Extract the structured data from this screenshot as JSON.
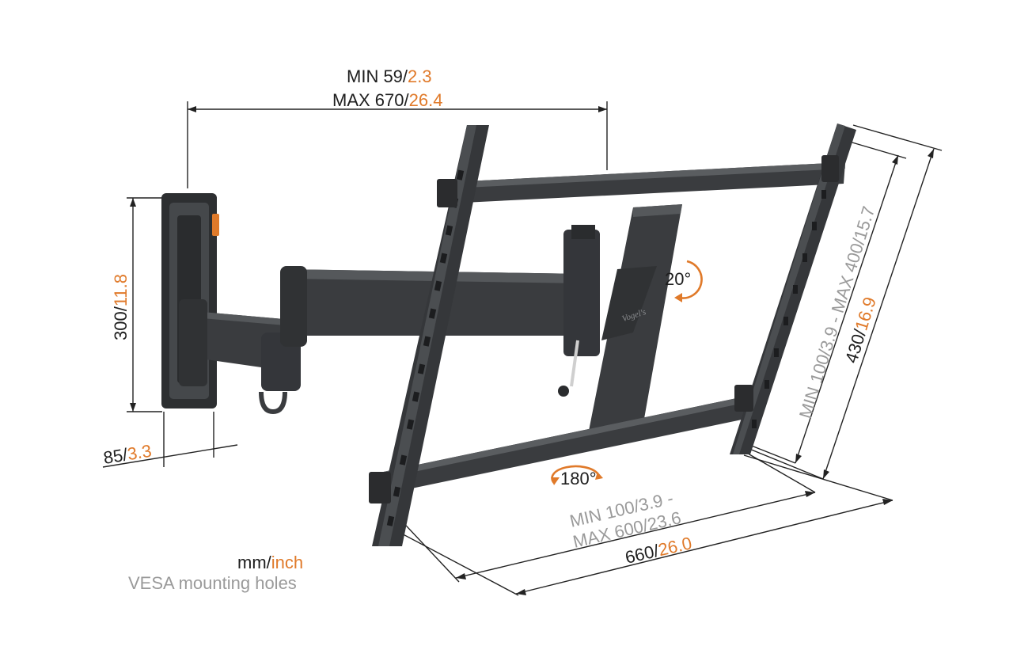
{
  "colors": {
    "primary": "#1e1e1e",
    "inch_accent": "#e07a2a",
    "vesa_grey": "#9a9a9a",
    "product": "#3a3c3f"
  },
  "arm_extension": {
    "min_mm": "MIN 59/",
    "min_in": "2.3",
    "max_mm": "MAX 670/",
    "max_in": "26.4"
  },
  "wall_plate_height": {
    "mm": "300/",
    "in": "11.8"
  },
  "wall_plate_depth": {
    "mm": "85/",
    "in": "3.3"
  },
  "tilt": {
    "label": "20°"
  },
  "rotation": {
    "label": "180°"
  },
  "vesa_vertical": {
    "text": "MIN 100/3.9 - MAX 400/15.7"
  },
  "max_height": {
    "mm": "430/",
    "in": "16.9"
  },
  "vesa_horizontal": {
    "line1": "MIN 100/3.9 -",
    "line2": "MAX 600/23.6"
  },
  "max_width": {
    "mm": "660/",
    "in": "26.0"
  },
  "legend": {
    "unit_mm": "mm/",
    "unit_inch": "inch",
    "vesa": "VESA mounting holes"
  },
  "brand_logo": "Vogel's"
}
